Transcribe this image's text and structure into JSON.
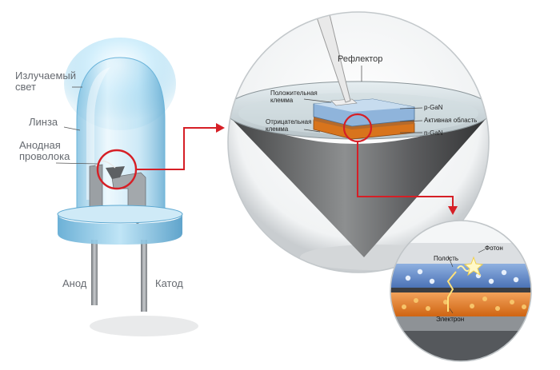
{
  "led": {
    "emitted_light": "Излучаемый свет",
    "lens": "Линза",
    "anode_wire": "Анодная проволока",
    "anode": "Анод",
    "cathode": "Катод"
  },
  "chip": {
    "reflector": "Рефлектор",
    "positive_terminal": "Положительная клемма",
    "negative_terminal": "Отрицательная клемма",
    "p_gan": "p-GaN",
    "active_region": "Активная область",
    "n_gan": "n-GaN"
  },
  "junction": {
    "photon": "Фотон",
    "hole": "Полость",
    "electron": "Электрон"
  },
  "colors": {
    "highlight": "#d61f26",
    "glass": "#9fd6ef",
    "p_layer": "#5f86c5",
    "n_layer": "#e47b1f",
    "label": "#666a70"
  }
}
